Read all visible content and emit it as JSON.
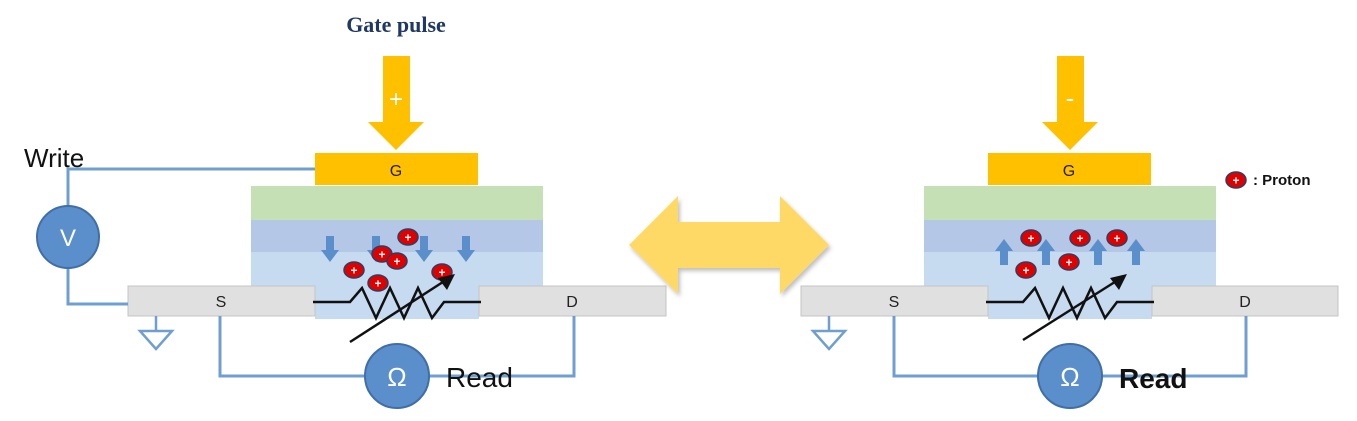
{
  "title": "Gate pulse",
  "legend": {
    "label": ": Proton"
  },
  "proton_sign": "+",
  "left_device": {
    "pulse_sign": "+",
    "gate_label": "G",
    "source_label": "S",
    "drain_label": "D",
    "write_label": "Write",
    "voltmeter_label": "V",
    "ohmmeter_label": "Ω",
    "read_label": "Read"
  },
  "right_device": {
    "pulse_sign": "-",
    "gate_label": "G",
    "source_label": "S",
    "drain_label": "D",
    "ohmmeter_label": "Ω",
    "read_label": "Read"
  },
  "colors": {
    "gate": "#FFC000",
    "arrow": "#FFC000",
    "electrolyte_top": "#C5E0B4",
    "electrolyte_mid": "#B4C7E7",
    "electrolyte_low": "#C6DBF0",
    "electrode": "#E0E0E0",
    "wire": "#6F9FD0",
    "meter": "#5B8FCC",
    "proton": "#E00000",
    "double_arrow": "#FFD966",
    "title": "#1F3864"
  }
}
